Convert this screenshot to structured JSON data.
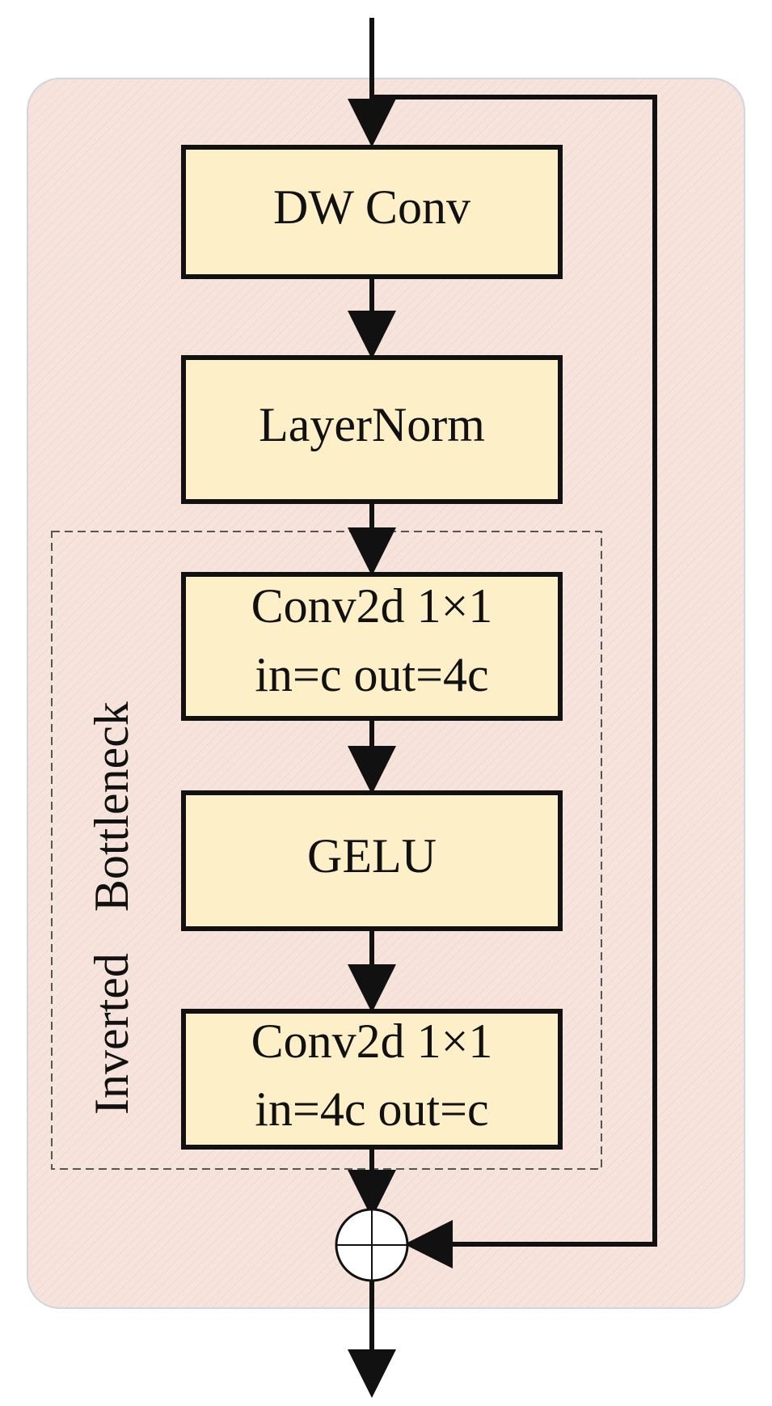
{
  "diagram": {
    "colors": {
      "panel_fill": "#f6e4dc",
      "panel_stroke": "#cfd6de",
      "node_fill": "#fdefc7",
      "node_stroke": "#111111",
      "arrow": "#111111",
      "dashed_border": "#555555"
    },
    "nodes": {
      "dw_conv": {
        "lines": [
          "DW Conv"
        ]
      },
      "layer_norm": {
        "lines": [
          "LayerNorm"
        ]
      },
      "conv_expand": {
        "lines": [
          "Conv2d 1×1",
          "in=c out=4c"
        ]
      },
      "gelu": {
        "lines": [
          "GELU"
        ]
      },
      "conv_project": {
        "lines": [
          "Conv2d 1×1",
          "in=4c out=c"
        ]
      }
    },
    "group": {
      "label_word1": "Inverted",
      "label_word2": "Bottleneck"
    },
    "adder": {
      "symbol": "circle-plus"
    },
    "edges": [
      {
        "from": "input",
        "to": "dw_conv"
      },
      {
        "from": "dw_conv",
        "to": "layer_norm"
      },
      {
        "from": "layer_norm",
        "to": "conv_expand"
      },
      {
        "from": "conv_expand",
        "to": "gelu"
      },
      {
        "from": "gelu",
        "to": "conv_project"
      },
      {
        "from": "conv_project",
        "to": "adder"
      },
      {
        "from": "input",
        "to": "adder",
        "type": "residual"
      },
      {
        "from": "adder",
        "to": "output"
      }
    ]
  }
}
